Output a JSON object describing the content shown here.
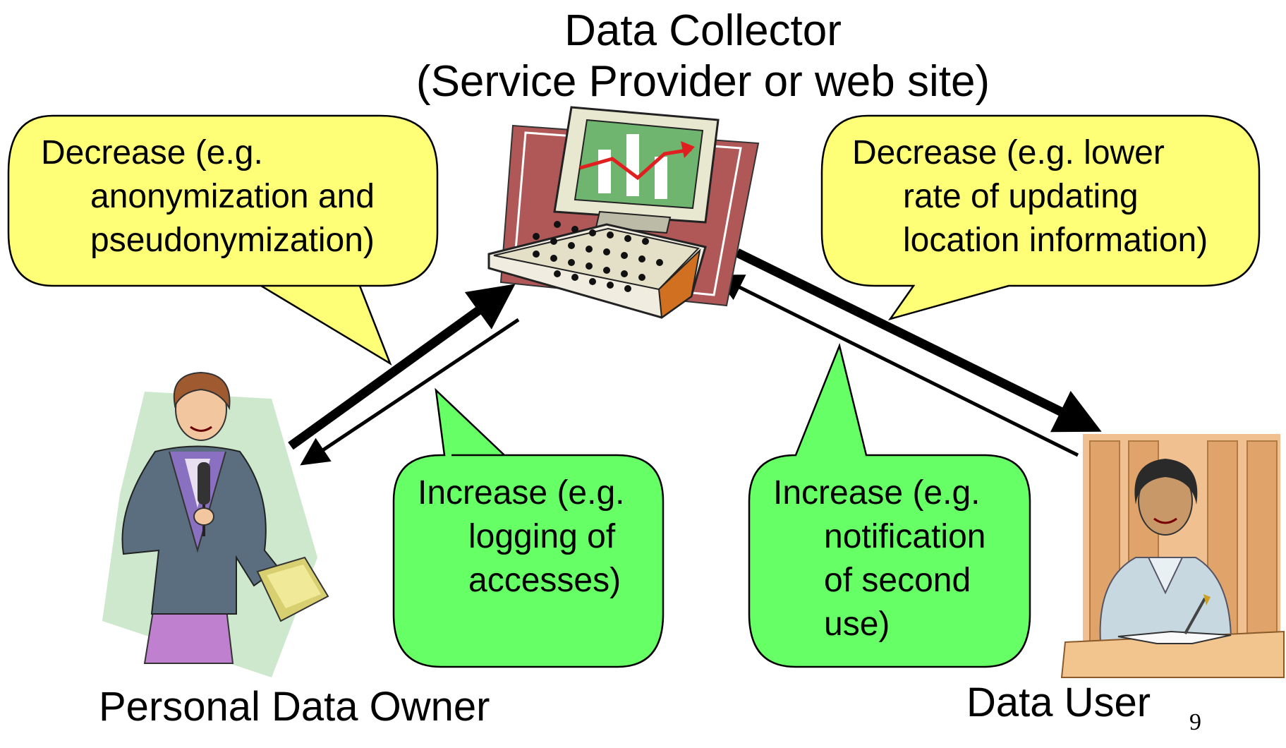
{
  "title": {
    "line1": "Data Collector",
    "line2": "(Service Provider or web site)"
  },
  "bubbles": {
    "owner_decrease": {
      "lines": [
        "Decrease  (e.g.",
        "anonymization and",
        "pseudonymization)"
      ],
      "fill": "#ffff77"
    },
    "user_decrease": {
      "lines": [
        "Decrease (e.g. lower",
        "rate of updating",
        "location information)"
      ],
      "fill": "#ffff77"
    },
    "owner_increase": {
      "lines": [
        "Increase (e.g.",
        "logging of",
        "accesses)"
      ],
      "fill": "#66ff66"
    },
    "user_increase": {
      "lines": [
        "Increase (e.g.",
        "notification",
        "of second",
        "use)"
      ],
      "fill": "#66ff66"
    }
  },
  "actors": {
    "owner_label": "Personal Data Owner",
    "user_label": "Data User"
  },
  "page_number": "9",
  "colors": {
    "arrow": "#000000",
    "bubble_border": "#000000"
  },
  "icons": [
    "computer-clipart-icon",
    "speaking-woman-clipart-icon",
    "writing-woman-clipart-icon"
  ]
}
